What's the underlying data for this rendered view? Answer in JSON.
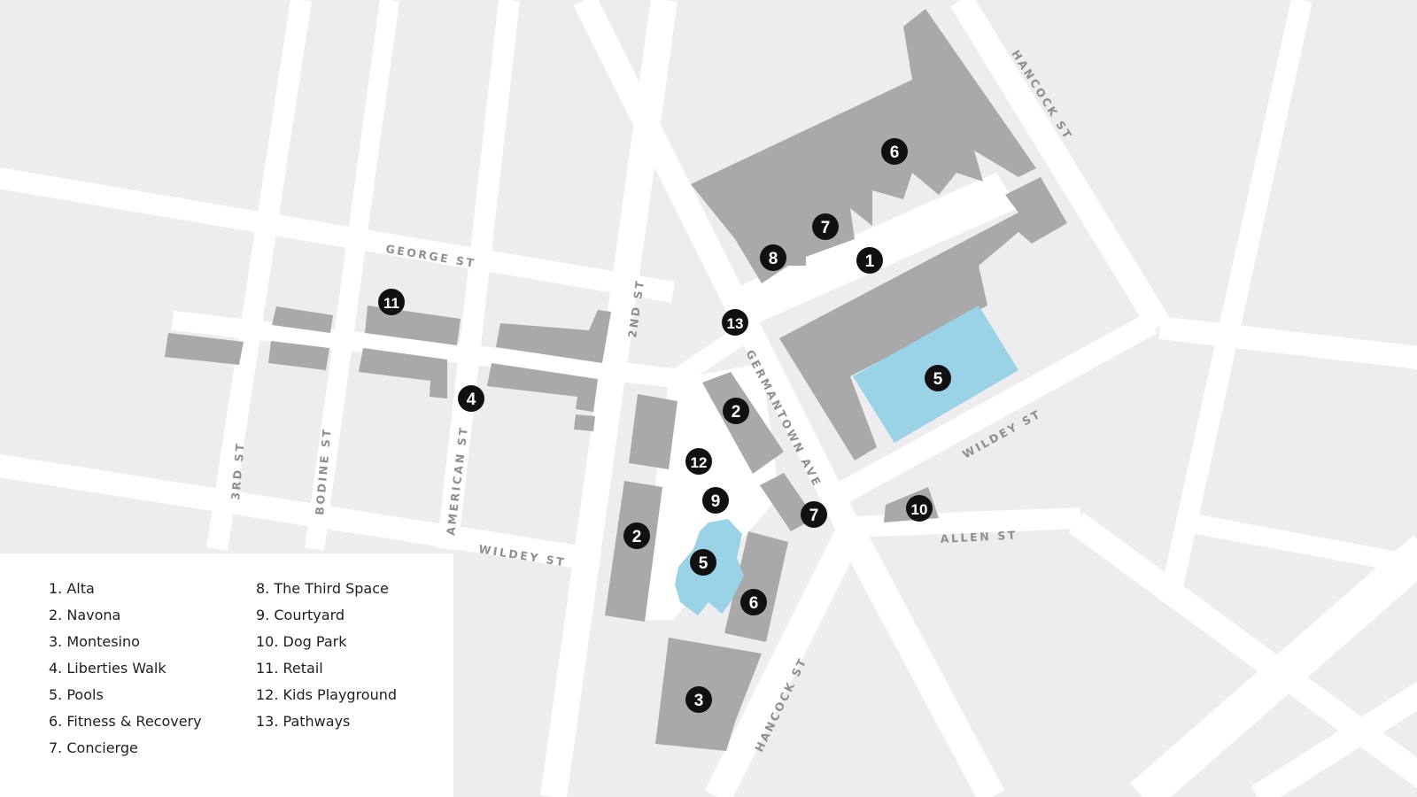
{
  "colors": {
    "block": "#ededef",
    "road": "#ffffff",
    "building": "#a9a9a9",
    "pool": "#9ad3e6",
    "marker": "#111111"
  },
  "streets": {
    "george": "GEORGE ST",
    "second": "2ND ST",
    "germantown": "GERMANTOWN AVE",
    "hancock_top": "HANCOCK ST",
    "hancock_bottom": "HANCOCK ST",
    "wildey_right": "WILDEY ST",
    "wildey_left": "WILDEY ST",
    "allen": "ALLEN ST",
    "third": "3RD ST",
    "bodine": "BODINE ST",
    "american": "AMERICAN ST"
  },
  "markers": {
    "m6_top": "6",
    "m7_top": "7",
    "m8": "8",
    "m1": "1",
    "m13": "13",
    "m5_right": "5",
    "m11": "11",
    "m4": "4",
    "m2_upper": "2",
    "m12": "12",
    "m9": "9",
    "m7_low": "7",
    "m10": "10",
    "m2_left": "2",
    "m5_low": "5",
    "m6_low": "6",
    "m3": "3"
  },
  "legend": {
    "col1": [
      "1. Alta",
      "2. Navona",
      "3. Montesino",
      "4. Liberties Walk",
      "5. Pools",
      "6. Fitness & Recovery",
      "7. Concierge"
    ],
    "col2": [
      "8. The Third Space",
      "9. Courtyard",
      "10. Dog Park",
      "11. Retail",
      "12. Kids Playground",
      "13. Pathways"
    ]
  }
}
